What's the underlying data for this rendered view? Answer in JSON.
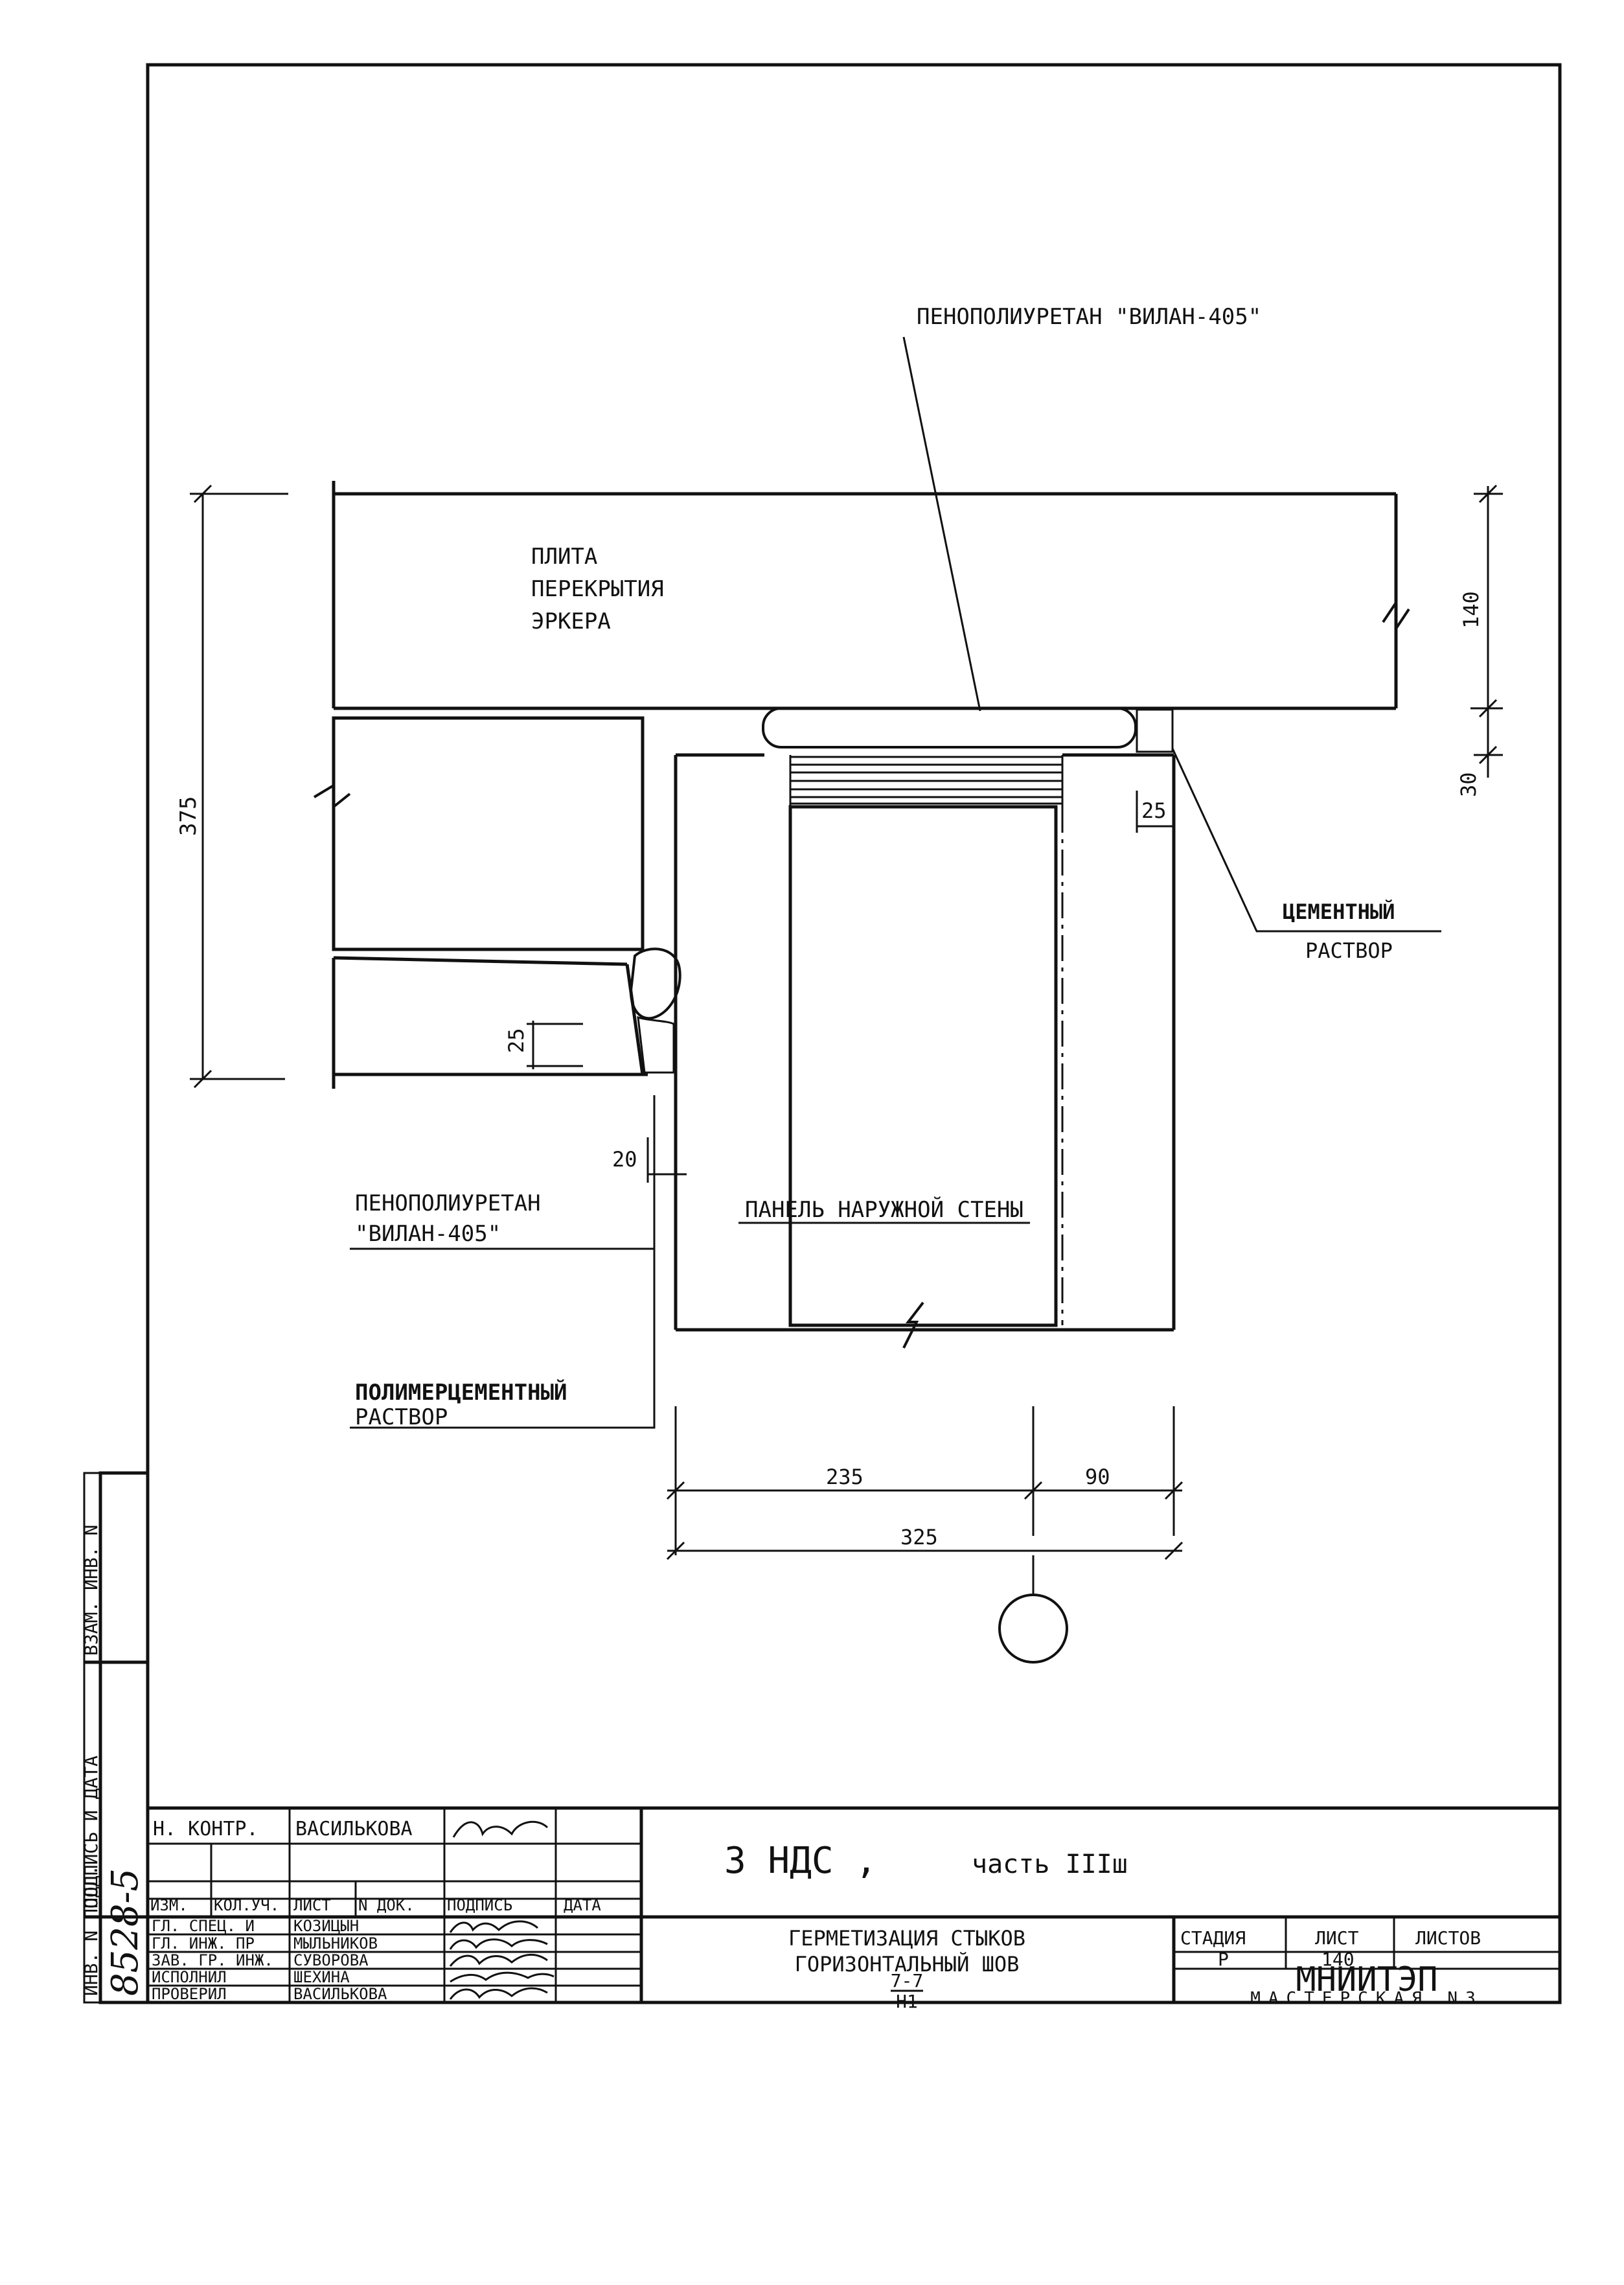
{
  "drawing": {
    "callouts": {
      "foam_top": "ПЕНОПОЛИУРЕТАН \"ВИЛАН-405\"",
      "slab_line1": "ПЛИТА",
      "slab_line2": "ПЕРЕКРЫТИЯ",
      "slab_line3": "ЭРКЕРА",
      "cement_line1": "ЦЕМЕНТНЫЙ",
      "cement_line2": "РАСТВОР",
      "foam_left_line1": "ПЕНОПОЛИУРЕТАН",
      "foam_left_line2": "\"ВИЛАН-405\"",
      "wall_panel": "ПАНЕЛЬ НАРУЖНОЙ СТЕНЫ",
      "polymer_line1": "ПОЛИМЕРЦЕМЕНТНЫЙ",
      "polymer_line2": "РАСТВОР"
    },
    "dimensions": {
      "d375": "375",
      "d140": "140",
      "d30": "30",
      "d25_right": "25",
      "d25_left": "25",
      "d20": "20",
      "d235": "235",
      "d90": "90",
      "d325": "325"
    }
  },
  "side_stamp": {
    "col1": "ИНВ. N ПОДЛ.",
    "col2": "ПОДПИСЬ И ДАТА",
    "col3": "ВЗАМ. ИНВ. N",
    "inv_number": "8528-5"
  },
  "title_block": {
    "norm_control_role": "Н. КОНТР.",
    "norm_control_name": "ВАСИЛЬКОВА",
    "header": {
      "izm": "ИЗМ.",
      "kol_uch": "КОЛ.УЧ.",
      "list": "ЛИСТ",
      "n_dok": "N ДОК.",
      "podpis": "ПОДПИСЬ",
      "data": "ДАТА"
    },
    "people": [
      {
        "role": "ГЛ. СПЕЦ. И",
        "name": "КОЗИЦЫН"
      },
      {
        "role": "ГЛ. ИНЖ. ПР",
        "name": "МЫЛЬНИКОВ"
      },
      {
        "role": "ЗАВ. ГР. ИНЖ.",
        "name": "СУВОРОВА"
      },
      {
        "role": "ИСПОЛНИЛ",
        "name": "ШЕХИНА"
      },
      {
        "role": "ПРОВЕРИЛ",
        "name": "ВАСИЛЬКОВА"
      }
    ],
    "project_code": "3 НДС ,",
    "project_part": "часть IIIш",
    "title_line1": "ГЕРМЕТИЗАЦИЯ СТЫКОВ",
    "title_line2": "ГОРИЗОНТАЛЬНЫЙ ШОВ",
    "section_ref": "7-7",
    "section_sheet": "Н1",
    "stage_label": "СТАДИЯ",
    "sheet_label": "ЛИСТ",
    "sheets_label": "ЛИСТОВ",
    "stage_value": "Р",
    "sheet_value": "140",
    "sheets_value": "",
    "org_name": "МНИИТЭП",
    "org_unit": "МАСТЕРСКАЯ N3"
  }
}
